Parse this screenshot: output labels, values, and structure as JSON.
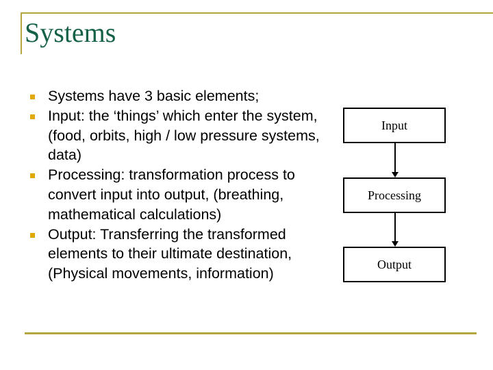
{
  "slide": {
    "title": "Systems",
    "accent_color": "#b5a642",
    "title_color": "#156146",
    "bullet_color": "#e0a800",
    "body_color": "#000000",
    "background": "#ffffff"
  },
  "bullets": [
    {
      "text": "Systems have 3 basic elements;"
    },
    {
      "text": "Input: the ‘things’ which enter the system, (food, orbits, high / low pressure systems, data)"
    },
    {
      "text": "Processing: transformation process to convert input into output, (breathing, mathematical calculations)"
    },
    {
      "text": "Output: Transferring the transformed elements to their ultimate destination, (Physical movements, information)"
    }
  ],
  "diagram": {
    "type": "flowchart",
    "boxes": [
      {
        "label": "Input"
      },
      {
        "label": "Processing"
      },
      {
        "label": "Output"
      }
    ],
    "connectors": [
      {
        "from": "Input",
        "to": "Processing",
        "style": "arrow-down"
      },
      {
        "from": "Processing",
        "to": "Output",
        "style": "arrow-down"
      }
    ]
  }
}
